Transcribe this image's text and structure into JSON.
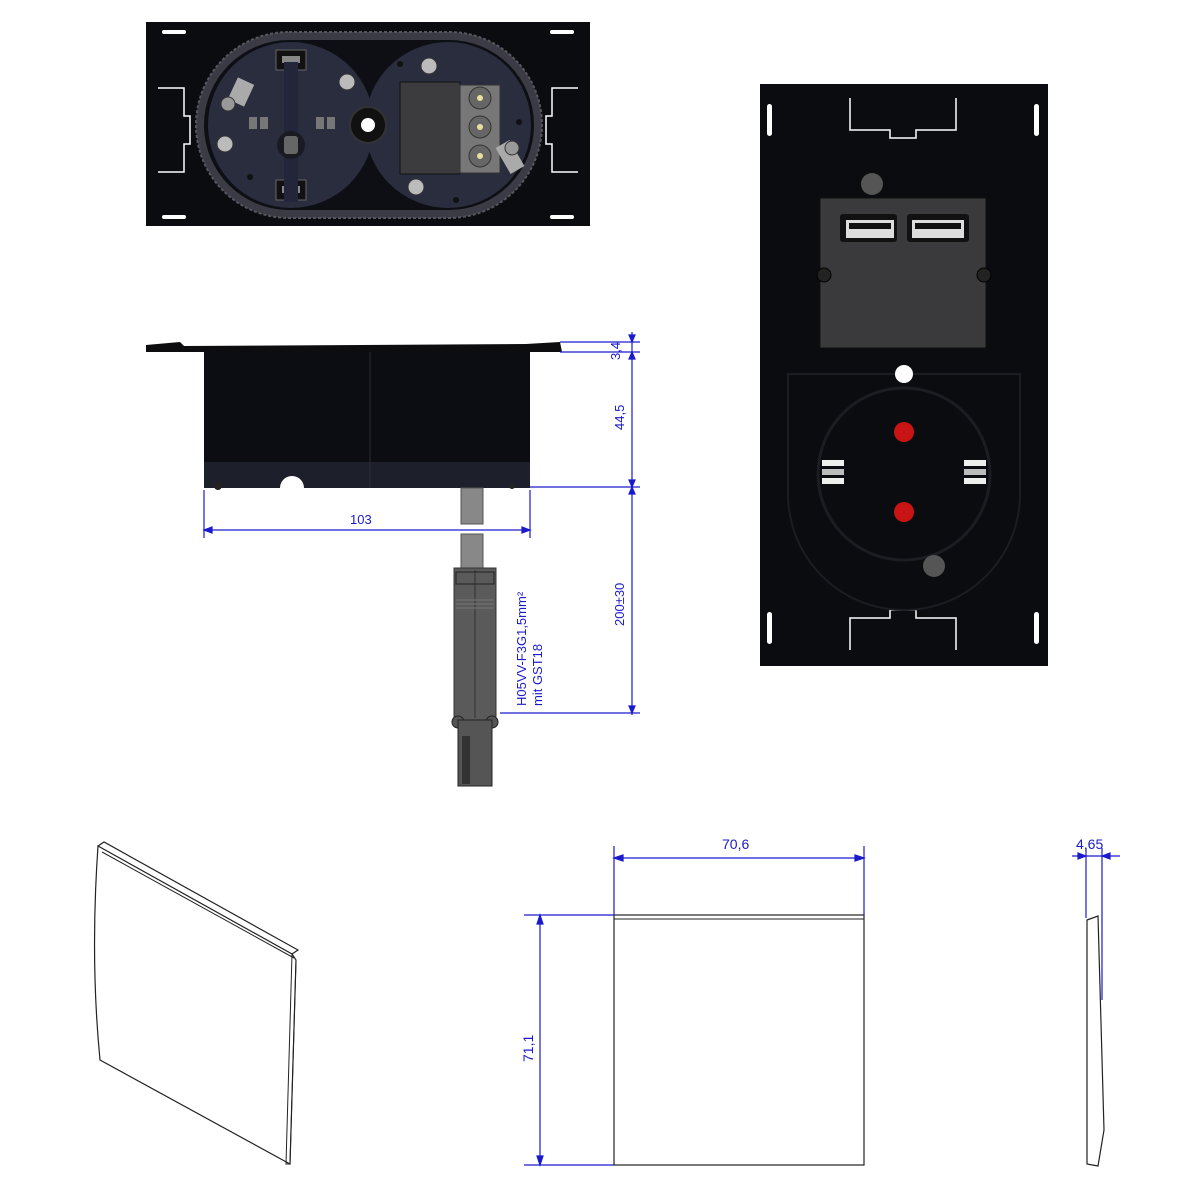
{
  "drawing": {
    "colors": {
      "background": "#ffffff",
      "dimension": "#1a1acc",
      "body_black": "#0b0c10",
      "insert_blue": "#2a2d3e",
      "usb_panel": "#3a3a3c",
      "contact_red": "#c81414",
      "outline": "#222222"
    },
    "views": {
      "bottom_view": {
        "label": "bottom view of double insert (terminal block, screws)"
      },
      "side_view": {
        "dim_flange": "3,4",
        "dim_height": "44,5",
        "dim_width": "103",
        "dim_cable": "200±30",
        "cable_spec_line1": "H05VV-F3G1,5mm²",
        "cable_spec_line2": "mit GST18"
      },
      "front_view": {
        "label": "front view: 2x USB + Schuko socket"
      },
      "cover_iso": {
        "label": "cover plate isometric"
      },
      "cover_front": {
        "dim_width": "70,6",
        "dim_height": "71,1"
      },
      "cover_side": {
        "dim_thickness": "4,65"
      }
    }
  }
}
